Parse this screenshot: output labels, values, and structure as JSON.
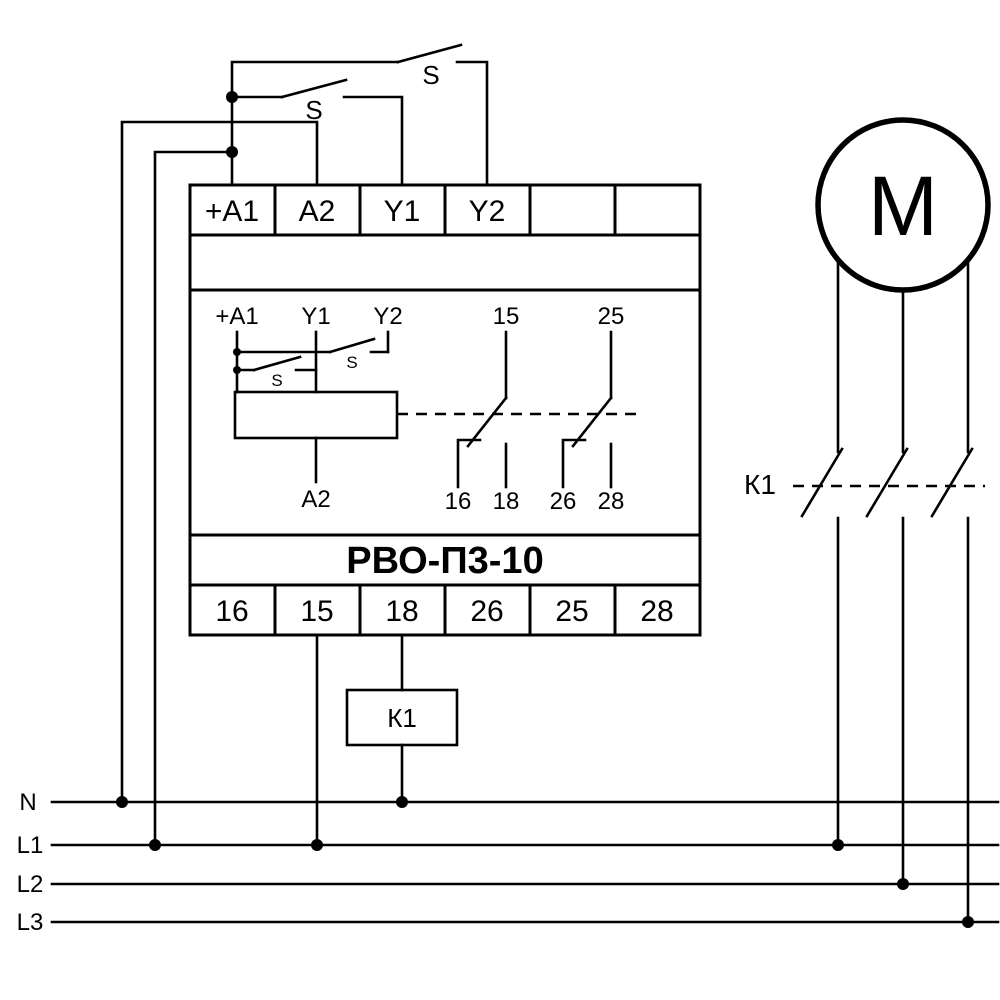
{
  "device": {
    "name": "РВО-П3-10",
    "top_terminals": [
      "+A1",
      "A2",
      "Y1",
      "Y2",
      "",
      ""
    ],
    "bottom_terminals": [
      "16",
      "15",
      "18",
      "26",
      "25",
      "28"
    ],
    "internal": {
      "terminal_a1": "+A1",
      "terminal_y1": "Y1",
      "terminal_y2": "Y2",
      "terminal_15": "15",
      "terminal_25": "25",
      "terminal_a2": "A2",
      "terminal_16": "16",
      "terminal_18": "18",
      "terminal_26": "26",
      "terminal_28": "28",
      "switch_y1": "S",
      "switch_y2": "S"
    }
  },
  "external": {
    "switch_top": "S",
    "switch_mid": "S",
    "coil": "К1",
    "contactor": "К1",
    "motor": "M",
    "bus_n": "N",
    "bus_l1": "L1",
    "bus_l2": "L2",
    "bus_l3": "L3"
  }
}
